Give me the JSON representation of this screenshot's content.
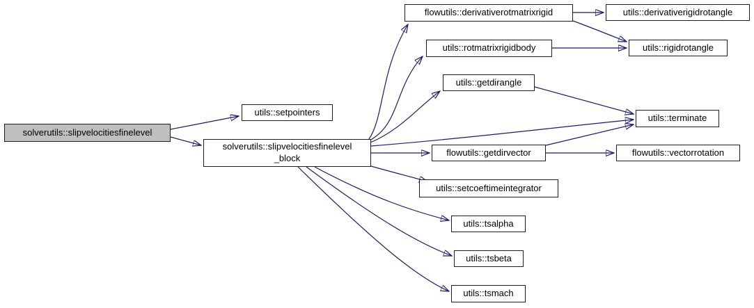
{
  "diagram": {
    "type": "doxygen-call-graph",
    "colors": {
      "edge": "#191970",
      "node_border": "#1c1c1c",
      "node_fill": "#ffffff",
      "highlight_fill": "#bfbfbf",
      "text": "#000000",
      "background": "#ffffff"
    },
    "nodes": [
      {
        "id": "slipvelocitiesfinelevel",
        "label": "solverutils::slipvelocitiesfinelevel",
        "highlighted": true
      },
      {
        "id": "setpointers",
        "label": "utils::setpointers"
      },
      {
        "id": "slipvelocitiesfinelevel_block",
        "label": "solverutils::slipvelocitiesfinelevel",
        "label2": "_block"
      },
      {
        "id": "derivativerotmatrixrigid",
        "label": "flowutils::derivativerotmatrixrigid"
      },
      {
        "id": "derivativerigidrotangle",
        "label": "utils::derivativerigidrotangle"
      },
      {
        "id": "rotmatrixrigidbody",
        "label": "utils::rotmatrixrigidbody"
      },
      {
        "id": "rigidrotangle",
        "label": "utils::rigidrotangle"
      },
      {
        "id": "getdirangle",
        "label": "utils::getdirangle"
      },
      {
        "id": "terminate",
        "label": "utils::terminate"
      },
      {
        "id": "getdirvector",
        "label": "flowutils::getdirvector"
      },
      {
        "id": "vectorrotation",
        "label": "flowutils::vectorrotation"
      },
      {
        "id": "setcoeftimeintegrator",
        "label": "utils::setcoeftimeintegrator"
      },
      {
        "id": "tsalpha",
        "label": "utils::tsalpha"
      },
      {
        "id": "tsbeta",
        "label": "utils::tsbeta"
      },
      {
        "id": "tsmach",
        "label": "utils::tsmach"
      }
    ],
    "edges": [
      {
        "from": "solverutils::slipvelocitiesfinelevel",
        "to": "utils::setpointers"
      },
      {
        "from": "solverutils::slipvelocitiesfinelevel",
        "to": "solverutils::slipvelocitiesfinelevel_block"
      },
      {
        "from": "solverutils::slipvelocitiesfinelevel_block",
        "to": "flowutils::derivativerotmatrixrigid"
      },
      {
        "from": "solverutils::slipvelocitiesfinelevel_block",
        "to": "utils::rotmatrixrigidbody"
      },
      {
        "from": "solverutils::slipvelocitiesfinelevel_block",
        "to": "utils::getdirangle"
      },
      {
        "from": "solverutils::slipvelocitiesfinelevel_block",
        "to": "utils::terminate"
      },
      {
        "from": "solverutils::slipvelocitiesfinelevel_block",
        "to": "flowutils::getdirvector"
      },
      {
        "from": "solverutils::slipvelocitiesfinelevel_block",
        "to": "utils::setcoeftimeintegrator"
      },
      {
        "from": "solverutils::slipvelocitiesfinelevel_block",
        "to": "utils::tsalpha"
      },
      {
        "from": "solverutils::slipvelocitiesfinelevel_block",
        "to": "utils::tsbeta"
      },
      {
        "from": "solverutils::slipvelocitiesfinelevel_block",
        "to": "utils::tsmach"
      },
      {
        "from": "flowutils::derivativerotmatrixrigid",
        "to": "utils::derivativerigidrotangle"
      },
      {
        "from": "flowutils::derivativerotmatrixrigid",
        "to": "utils::rigidrotangle"
      },
      {
        "from": "utils::rotmatrixrigidbody",
        "to": "utils::rigidrotangle"
      },
      {
        "from": "utils::getdirangle",
        "to": "utils::terminate"
      },
      {
        "from": "flowutils::getdirvector",
        "to": "utils::terminate"
      },
      {
        "from": "flowutils::getdirvector",
        "to": "flowutils::vectorrotation"
      }
    ]
  }
}
